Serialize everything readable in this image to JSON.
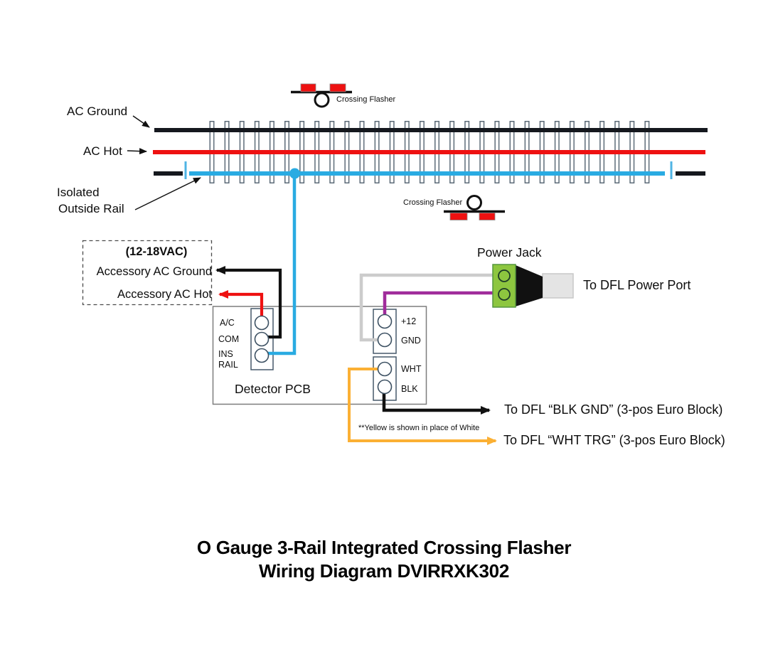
{
  "track": {
    "ac_ground_label": "AC Ground",
    "ac_hot_label": "AC Hot",
    "isolated_label_line1": "Isolated",
    "isolated_label_line2": "Outside Rail",
    "crossing_flasher_label": "Crossing Flasher"
  },
  "accessory_box": {
    "voltage": "(12-18VAC)",
    "ac_ground": "Accessory AC Ground",
    "ac_hot": "Accessory AC Hot"
  },
  "detector_pcb": {
    "name": "Detector PCB",
    "terminals": {
      "ac": "A/C",
      "com": "COM",
      "ins_line1": "INS",
      "ins_line2": "RAIL",
      "plus12": "+12",
      "gnd": "GND",
      "wht": "WHT",
      "blk": "BLK"
    }
  },
  "power": {
    "jack_label": "Power Jack",
    "port_label": "To DFL Power Port"
  },
  "outputs": {
    "blk_gnd": "To DFL “BLK GND” (3-pos Euro Block)",
    "wht_trg": "To DFL “WHT TRG” (3-pos Euro Block)",
    "note": "**Yellow is shown in place of White"
  },
  "title": {
    "line1": "O Gauge 3-Rail Integrated Crossing Flasher",
    "line2": "Wiring Diagram DVIRRXK302"
  },
  "colors": {
    "rail_ground_black": "#15181e",
    "rail_hot_red": "#ee1111",
    "rail_isolated_blue": "#29abe2",
    "wire_gray": "#cccccc",
    "wire_purple": "#a02c9b",
    "wire_yellow": "#fbb034",
    "jack_green": "#8dc63f",
    "flasher_red": "#ee1111"
  }
}
